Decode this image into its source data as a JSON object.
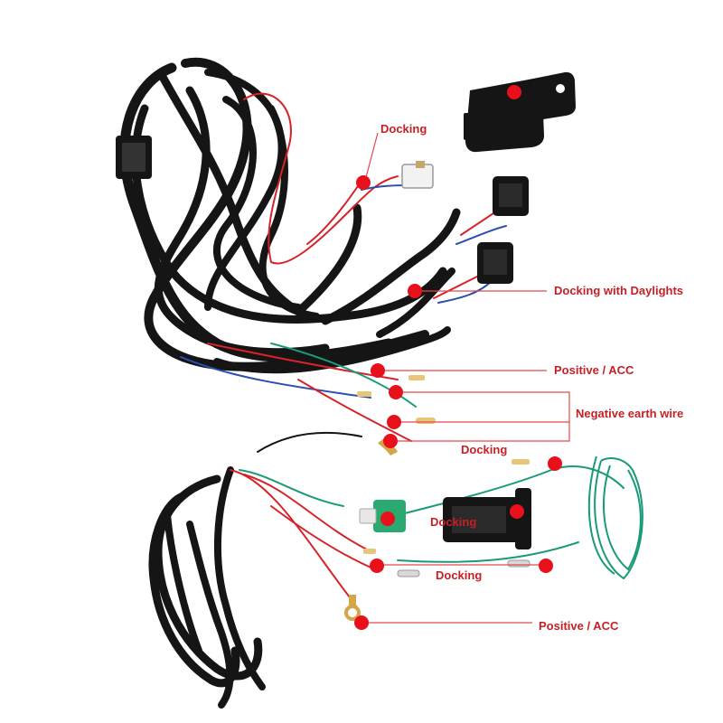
{
  "colors": {
    "label": "#c62026",
    "marker": "#e8101a",
    "leader_line": "#e24a4a",
    "cable": "#151515",
    "wire_red": "#d6232a",
    "wire_blue": "#2a4fb0",
    "wire_green": "#1a9a7a",
    "connector_green": "#2aa970",
    "connector_white": "#f2f2f2",
    "background": "#ffffff"
  },
  "callouts": {
    "docking_1": "Docking",
    "docking_with_daylights": "Docking with Daylights",
    "positive_acc_1": "Positive / ACC",
    "negative_earth_wire": "Negative earth wire",
    "docking_2": "Docking",
    "docking_3": "Docking",
    "docking_4": "Docking",
    "positive_acc_2": "Positive / ACC"
  },
  "objects": {
    "relay": "relay-icon",
    "switch": "switch-icon",
    "harness": "wiring-harness"
  }
}
